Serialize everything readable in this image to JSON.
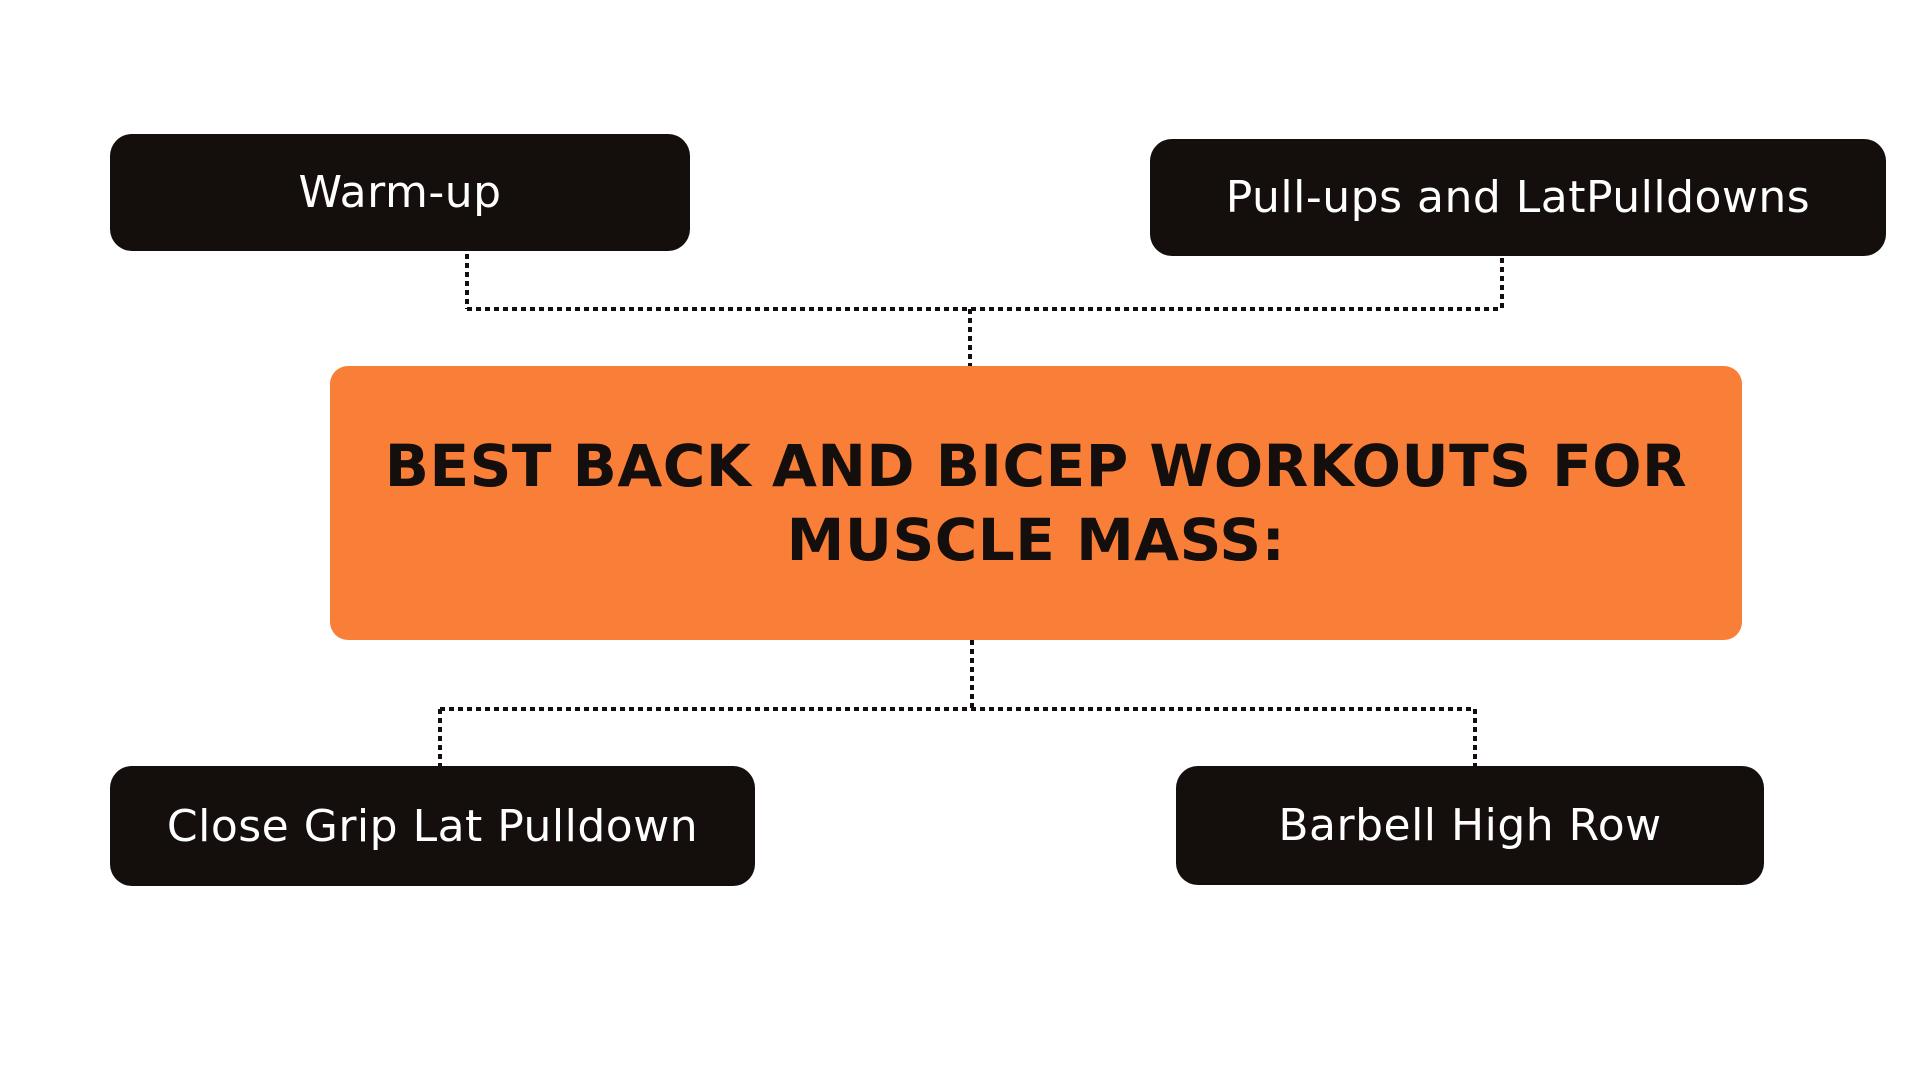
{
  "diagram": {
    "center": {
      "line1": "BEST BACK AND BICEP WORKOUTS FOR",
      "line2": "MUSCLE MASS:"
    },
    "top_nodes": [
      {
        "label": "Warm-up"
      },
      {
        "label": "Pull-ups and LatPulldowns"
      }
    ],
    "bottom_nodes": [
      {
        "label": "Close Grip Lat Pulldown"
      },
      {
        "label": "Barbell High Row"
      }
    ]
  },
  "colors": {
    "center_fill": "#f97f38",
    "node_fill": "#140e0c",
    "node_text": "#ffffff",
    "connector": "#140e0c",
    "background": "#ffffff"
  }
}
